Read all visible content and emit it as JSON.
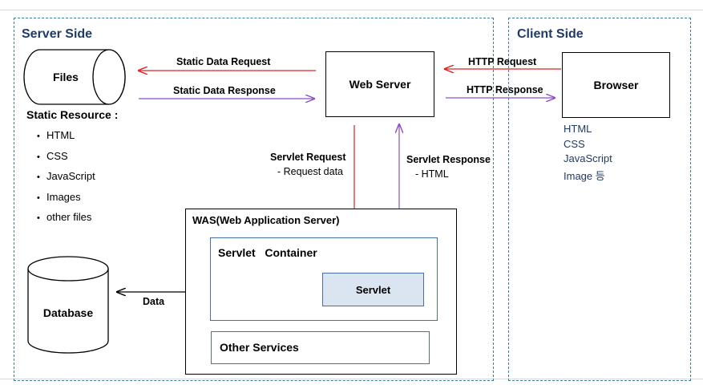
{
  "regions": {
    "server_title": "Server Side",
    "client_title": "Client Side"
  },
  "nodes": {
    "files": "Files",
    "web_server": "Web Server",
    "browser": "Browser",
    "database": "Database",
    "was": "WAS(Web Application Server)",
    "servlet_container": "Servlet   Container",
    "servlet": "Servlet",
    "other_services": "Other Services"
  },
  "static_resource": {
    "title": "Static Resource :",
    "items": [
      "HTML",
      "CSS",
      "JavaScript",
      "Images",
      "other files"
    ]
  },
  "client_resources": [
    "HTML",
    "CSS",
    "JavaScript",
    "Image 등"
  ],
  "arrows": {
    "static_request": "Static Data Request",
    "static_response": "Static Data  Response",
    "http_request": "HTTP Request",
    "http_response": "HTTP Response",
    "servlet_request": "Servlet Request",
    "servlet_request_sub": "- Request data",
    "servlet_response": "Servlet Response",
    "servlet_response_sub": "- HTML",
    "data": "Data"
  },
  "colors": {
    "request_arrow": "#e02020",
    "response_arrow": "#8a4fc9",
    "region_border": "#3b7fa6",
    "servlet_fill": "#dbe5f1"
  }
}
